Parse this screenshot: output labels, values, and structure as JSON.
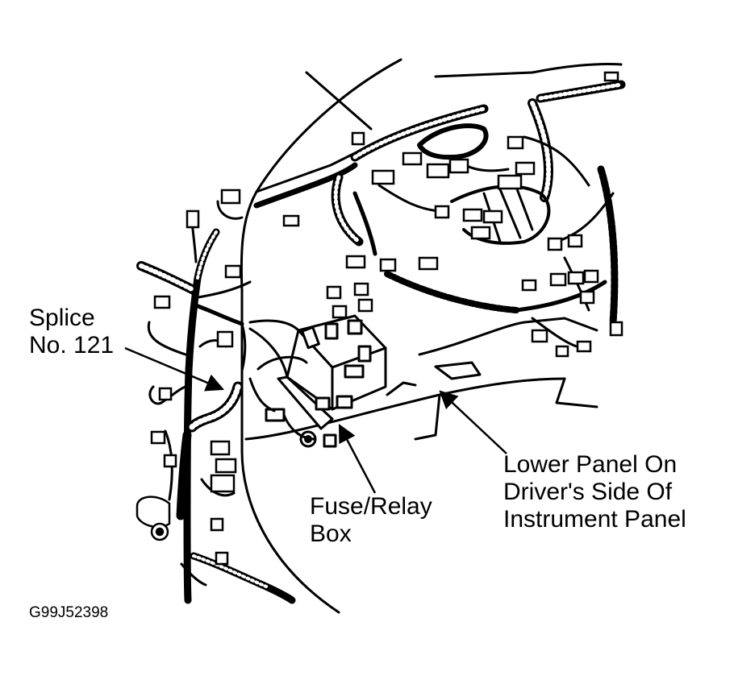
{
  "labels": {
    "splice": [
      "Splice",
      "No. 121"
    ],
    "fuse_box": [
      "Fuse/Relay",
      "Box"
    ],
    "lower_panel": [
      "Lower Panel On",
      "Driver's Side Of",
      "Instrument Panel"
    ]
  },
  "figure_code": "G99J52398",
  "colors": {
    "ink": "#000000",
    "background": "#ffffff"
  }
}
